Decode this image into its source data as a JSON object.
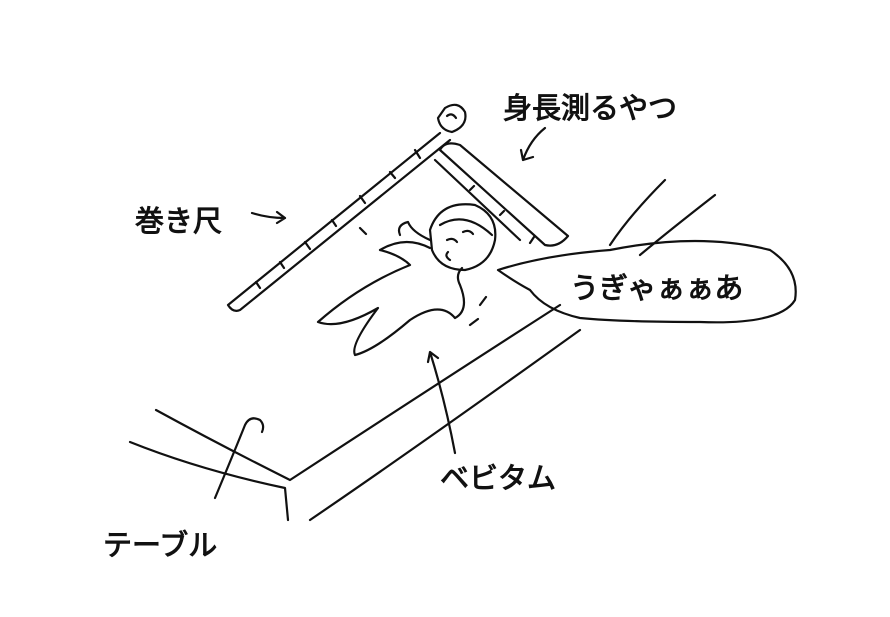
{
  "labels": {
    "height_meter": "身長測るやつ",
    "tape_measure": "巻き尺",
    "scream": "うぎゃぁぁあ",
    "baby": "ベビタム",
    "table": "テーブル"
  }
}
